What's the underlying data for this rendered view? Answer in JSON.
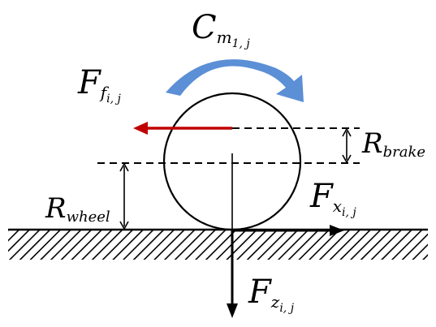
{
  "labels": {
    "C": {
      "symbol": "C",
      "sub": "m",
      "subsub": "1, j"
    },
    "Ff": {
      "symbol": "F",
      "sub": "f",
      "subsub": "i, j"
    },
    "Rbrake": {
      "symbol": "R",
      "sub": "brake"
    },
    "Rwheel": {
      "symbol": "R",
      "sub": "wheel"
    },
    "Fx": {
      "symbol": "F",
      "sub": "x",
      "subsub": "i, j"
    },
    "Fz": {
      "symbol": "F",
      "sub": "z",
      "subsub": "i, j"
    }
  },
  "colors": {
    "moment_arrow": "#5b8fd6",
    "friction_arrow": "#c00000",
    "line": "#000000"
  }
}
